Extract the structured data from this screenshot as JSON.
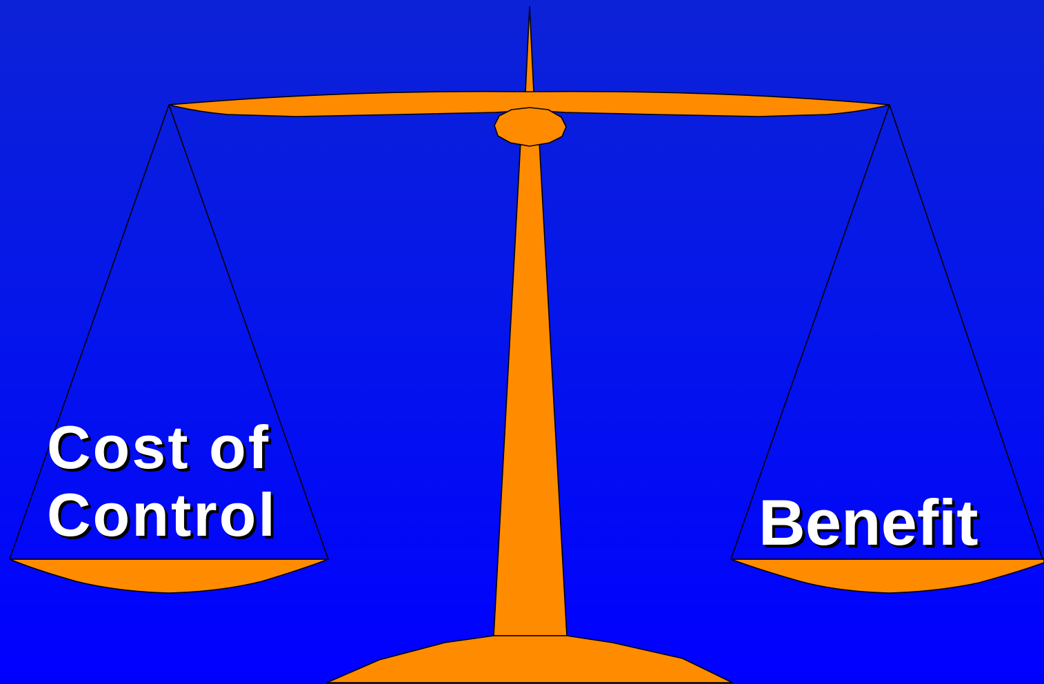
{
  "slide": {
    "background_color": "#0000ff",
    "left_pan_label": "Cost of Control",
    "left_pan_label_line1": "Cost of",
    "left_pan_label_line2": "Control",
    "right_pan_label": "Benefit"
  },
  "colors": {
    "scale_fill": "#ff8c00",
    "outline": "#000000",
    "label_text": "#ffffff"
  }
}
